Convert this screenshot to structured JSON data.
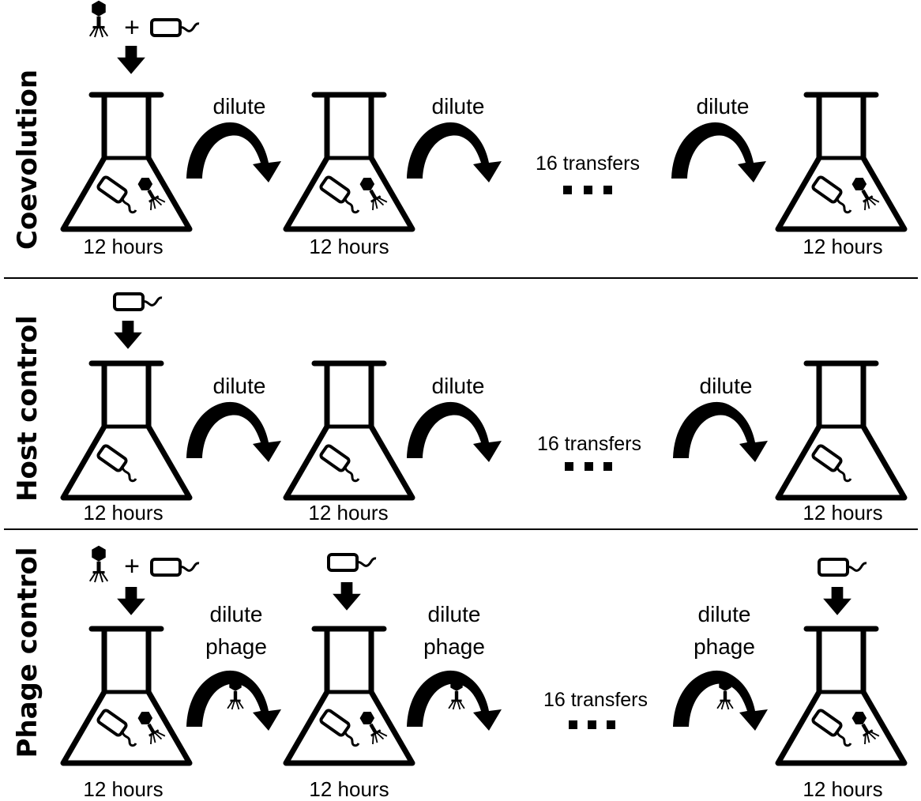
{
  "rows": [
    {
      "label": "Coevolution",
      "flask1_hours": "12 hours",
      "flask2_hours": "12 hours",
      "flask3_hours": "12 hours",
      "dilute1": "dilute",
      "dilute2": "dilute",
      "dilute3": "dilute",
      "transfers": "16 transfers",
      "plus": "+"
    },
    {
      "label": "Host control",
      "flask1_hours": "12 hours",
      "flask2_hours": "12 hours",
      "flask3_hours": "12 hours",
      "dilute1": "dilute",
      "dilute2": "dilute",
      "dilute3": "dilute",
      "transfers": "16 transfers"
    },
    {
      "label": "Phage control",
      "flask1_hours": "12 hours",
      "flask2_hours": "12 hours",
      "flask3_hours": "12 hours",
      "dilute1_line1": "dilute",
      "dilute1_line2": "phage",
      "dilute2_line1": "dilute",
      "dilute2_line2": "phage",
      "dilute3_line1": "dilute",
      "dilute3_line2": "phage",
      "transfers": "16 transfers",
      "plus": "+"
    }
  ],
  "icons": [
    "phage-icon",
    "bacterium-icon",
    "flask-icon",
    "curved-arrow-icon",
    "down-arrow-icon",
    "ellipsis-icon"
  ],
  "colors": {
    "ink": "#000000",
    "background": "#ffffff"
  }
}
